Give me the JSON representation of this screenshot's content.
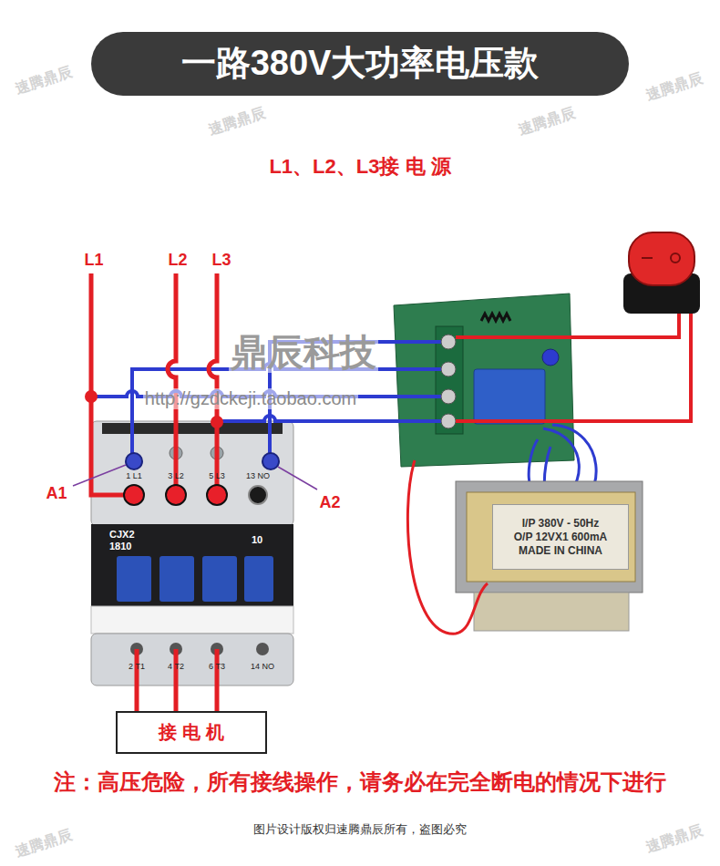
{
  "diagram": {
    "title": "一路380V大功率电压款",
    "nodes": [
      {
        "text": [
          "CJX2 1810",
          "10"
        ]
      },
      {
        "text": [
          "I/P 380V - 50Hz",
          "O/P 12VX1 600mA",
          "MADE IN CHINA"
        ]
      },
      {
        "text": [
          "接 电 机"
        ]
      }
    ],
    "edges": [
      {
        "from": 0,
        "to": 2,
        "arrow": "none"
      },
      {
        "from": 0,
        "to": 2,
        "arrow": "none"
      },
      {
        "from": 0,
        "to": 2,
        "arrow": "none"
      }
    ],
    "labels": [
      "L1、L2、L3接 电 源",
      "L1",
      "L2",
      "L3",
      "A1",
      "A2",
      "1 L1",
      "3 L2",
      "5 L3",
      "13 NO",
      "2 T1",
      "4 T2",
      "6 T3",
      "14 NO",
      "鼎辰科技",
      "http://gzdckeji.taobao.com",
      "注：高压危险，所有接线操作，请务必在完全断电的情况下进行",
      "图片设计版权归速腾鼎辰所有，盗图必究",
      "速腾鼎辰",
      "速腾鼎辰",
      "速腾鼎辰",
      "速腾鼎辰",
      "速腾鼎辰",
      "速腾鼎辰"
    ]
  }
}
